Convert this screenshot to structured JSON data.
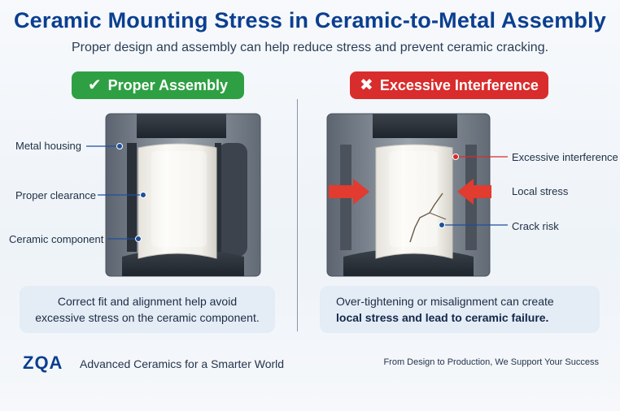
{
  "header": {
    "title": "Ceramic Mounting Stress in Ceramic-to-Metal Assembly",
    "subtitle": "Proper design and assembly can help reduce stress and prevent ceramic cracking."
  },
  "left_panel": {
    "badge_icon": "check-icon",
    "badge_label": "Proper Assembly",
    "badge_color": "#2ea043",
    "labels": {
      "metal_housing": "Metal housing",
      "proper_clearance": "Proper clearance",
      "ceramic_component": "Ceramic component"
    },
    "info_line1": "Correct fit and alignment help avoid",
    "info_line2": "excessive stress on the ceramic component."
  },
  "right_panel": {
    "badge_icon": "x-icon",
    "badge_label": "Excessive Interference",
    "badge_color": "#d92c2c",
    "labels": {
      "excessive_interference": "Excessive interference",
      "local_stress": "Local stress",
      "crack_risk": "Crack risk"
    },
    "info_line1": "Over-tightening or misalignment can create",
    "info_line2": "local stress and lead to ceramic failure."
  },
  "footer": {
    "logo": "ZQA",
    "tagline_left": "Advanced Ceramics for a Smarter World",
    "tagline_right": "From Design to Production, We Support Your Success"
  }
}
